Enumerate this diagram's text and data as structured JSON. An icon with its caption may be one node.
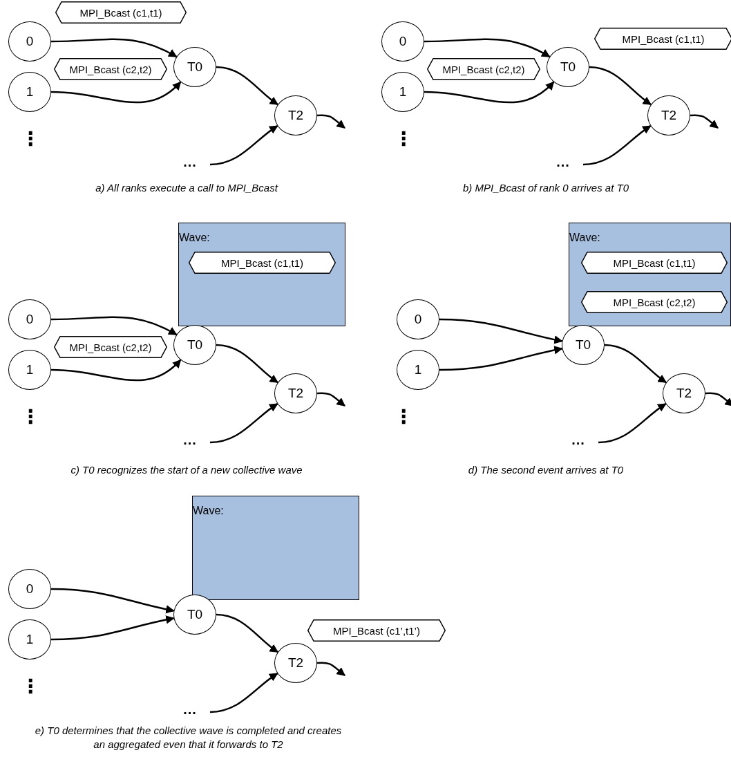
{
  "diagram": {
    "nodes": [
      {
        "text": [
          "MPI_Bcast (c1,t1)"
        ]
      },
      {
        "text": [
          "0"
        ]
      },
      {
        "text": [
          "MPI_Bcast (c2,t2)"
        ]
      },
      {
        "text": [
          "1"
        ]
      },
      {
        "text": [
          "T0"
        ]
      },
      {
        "text": [
          "T2"
        ]
      },
      {
        "text": [
          "..."
        ]
      },
      {
        "text": [
          "0"
        ]
      },
      {
        "text": [
          "1"
        ]
      },
      {
        "text": [
          "T0"
        ]
      },
      {
        "text": [
          "MPI_Bcast (c1,t1)"
        ]
      },
      {
        "text": [
          "MPI_Bcast (c2,t2)"
        ]
      },
      {
        "text": [
          "T2"
        ]
      },
      {
        "text": [
          "..."
        ]
      },
      {
        "text": [
          "Wave:"
        ]
      },
      {
        "text": [
          "MPI_Bcast (c1,t1)"
        ],
        "in": 14
      },
      {
        "text": [
          "0"
        ]
      },
      {
        "text": [
          "MPI_Bcast (c2,t2)"
        ]
      },
      {
        "text": [
          "1"
        ]
      },
      {
        "text": [
          "T0"
        ]
      },
      {
        "text": [
          "T2"
        ]
      },
      {
        "text": [
          "..."
        ]
      },
      {
        "text": [
          "Wave:"
        ]
      },
      {
        "text": [
          "MPI_Bcast (c1,t1)"
        ],
        "in": 22
      },
      {
        "text": [
          "MPI_Bcast (c2,t2)"
        ],
        "in": 22
      },
      {
        "text": [
          "0"
        ]
      },
      {
        "text": [
          "1"
        ]
      },
      {
        "text": [
          "T0"
        ]
      },
      {
        "text": [
          "T2"
        ]
      },
      {
        "text": [
          "..."
        ]
      },
      {
        "text": [
          "Wave:"
        ]
      },
      {
        "text": [
          "0"
        ]
      },
      {
        "text": [
          "T0"
        ]
      },
      {
        "text": [
          "1"
        ]
      },
      {
        "text": [
          "MPI_Bcast (c1’,t1’)"
        ]
      },
      {
        "text": [
          "T2"
        ]
      },
      {
        "text": [
          "..."
        ]
      }
    ],
    "edges": [
      {
        "from": 1,
        "to": 4,
        "arrow": "to"
      },
      {
        "from": 3,
        "to": 4,
        "arrow": "to"
      },
      {
        "from": 4,
        "to": 5,
        "arrow": "to"
      },
      {
        "from": 6,
        "to": 5,
        "arrow": "to"
      },
      {
        "from": 5,
        "to": null,
        "arrow": "to"
      },
      {
        "from": 7,
        "to": 9,
        "arrow": "to"
      },
      {
        "from": 8,
        "to": 9,
        "arrow": "to"
      },
      {
        "from": 9,
        "to": 12,
        "arrow": "to"
      },
      {
        "from": 13,
        "to": 12,
        "arrow": "to"
      },
      {
        "from": 12,
        "to": null,
        "arrow": "to"
      },
      {
        "from": 16,
        "to": 19,
        "arrow": "to"
      },
      {
        "from": 18,
        "to": 19,
        "arrow": "to"
      },
      {
        "from": 19,
        "to": 20,
        "arrow": "to"
      },
      {
        "from": 21,
        "to": 20,
        "arrow": "to"
      },
      {
        "from": 20,
        "to": null,
        "arrow": "to"
      },
      {
        "from": 25,
        "to": 27,
        "arrow": "to"
      },
      {
        "from": 26,
        "to": 27,
        "arrow": "to"
      },
      {
        "from": 27,
        "to": 28,
        "arrow": "to"
      },
      {
        "from": 29,
        "to": 28,
        "arrow": "to"
      },
      {
        "from": 28,
        "to": null,
        "arrow": "to"
      },
      {
        "from": 31,
        "to": 32,
        "arrow": "to"
      },
      {
        "from": 33,
        "to": 32,
        "arrow": "to"
      },
      {
        "from": 32,
        "to": 35,
        "arrow": "to"
      },
      {
        "from": 36,
        "to": 35,
        "arrow": "to"
      },
      {
        "from": 35,
        "to": null,
        "arrow": "to"
      }
    ],
    "labels": [
      "⋮",
      "⋮",
      "a) All ranks execute a call to MPI_Bcast",
      "b) MPI_Bcast of rank 0 arrives at T0",
      "⋮",
      "⋮",
      "c) T0 recognizes the start of a new collective wave",
      "d) The second event arrives at T0",
      "⋮",
      "e) T0 determines that the collective wave is completed and creates an aggregated even that it forwards to T2"
    ]
  }
}
